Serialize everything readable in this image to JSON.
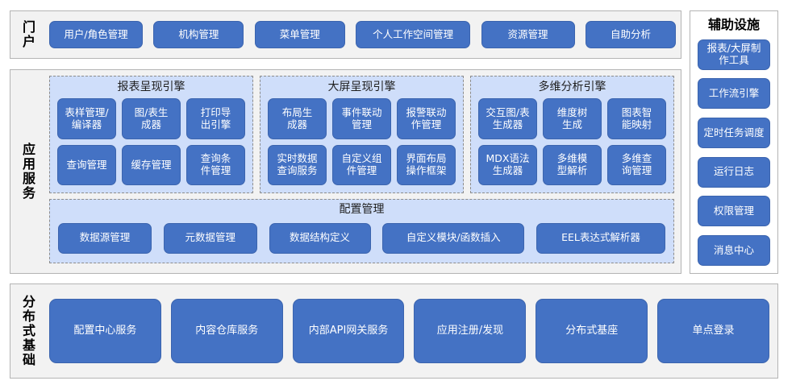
{
  "colors": {
    "button_fill": "#4472c4",
    "button_border": "#3b64ae",
    "panel_fill": "#cfdefa",
    "band_fill": "#f2f2f2",
    "band_border": "#b4b4b4",
    "dashed_border": "#8c8c8c",
    "text_on_button": "#ffffff",
    "label_text": "#000000",
    "page_background": "#ffffff"
  },
  "portal": {
    "label": "门户",
    "items": [
      {
        "label": "用户/角色管理"
      },
      {
        "label": "机构管理"
      },
      {
        "label": "菜单管理"
      },
      {
        "label": "个人工作空间管理"
      },
      {
        "label": "资源管理"
      },
      {
        "label": "自助分析"
      }
    ]
  },
  "app_service": {
    "label": "应用服务",
    "engines": [
      {
        "title": "报表呈现引擎",
        "items": [
          {
            "label": "表样管理/\n编译器"
          },
          {
            "label": "图/表生\n成器"
          },
          {
            "label": "打印导\n出引擎"
          },
          {
            "label": "查询管理"
          },
          {
            "label": "缓存管理"
          },
          {
            "label": "查询条\n件管理"
          }
        ]
      },
      {
        "title": "大屏呈现引擎",
        "items": [
          {
            "label": "布局生\n成器"
          },
          {
            "label": "事件联动\n管理"
          },
          {
            "label": "报警联动\n作管理"
          },
          {
            "label": "实时数据\n查询服务"
          },
          {
            "label": "自定义组\n件管理"
          },
          {
            "label": "界面布局\n操作框架"
          }
        ]
      },
      {
        "title": "多维分析引擎",
        "items": [
          {
            "label": "交互图/表\n生成器"
          },
          {
            "label": "维度树\n生成"
          },
          {
            "label": "图表智\n能映射"
          },
          {
            "label": "MDX语法\n生成器"
          },
          {
            "label": "多维模\n型解析"
          },
          {
            "label": "多维查\n询管理"
          }
        ]
      }
    ],
    "config": {
      "title": "配置管理",
      "items": [
        {
          "label": "数据源管理"
        },
        {
          "label": "元数据管理"
        },
        {
          "label": "数据结构定义"
        },
        {
          "label": "自定义模块/函数插入"
        },
        {
          "label": "EEL表达式解析器"
        }
      ]
    }
  },
  "infrastructure": {
    "label": "分布式基础",
    "items": [
      {
        "label": "配置中心服务"
      },
      {
        "label": "内容仓库服务"
      },
      {
        "label": "内部API网关服务"
      },
      {
        "label": "应用注册/发现"
      },
      {
        "label": "分布式基座"
      },
      {
        "label": "单点登录"
      }
    ]
  },
  "auxiliary": {
    "title": "辅助设施",
    "items": [
      {
        "label": "报表/大屏制\n作工具"
      },
      {
        "label": "工作流引擎"
      },
      {
        "label": "定时任务调度"
      },
      {
        "label": "运行日志"
      },
      {
        "label": "权限管理"
      },
      {
        "label": "消息中心"
      }
    ]
  }
}
